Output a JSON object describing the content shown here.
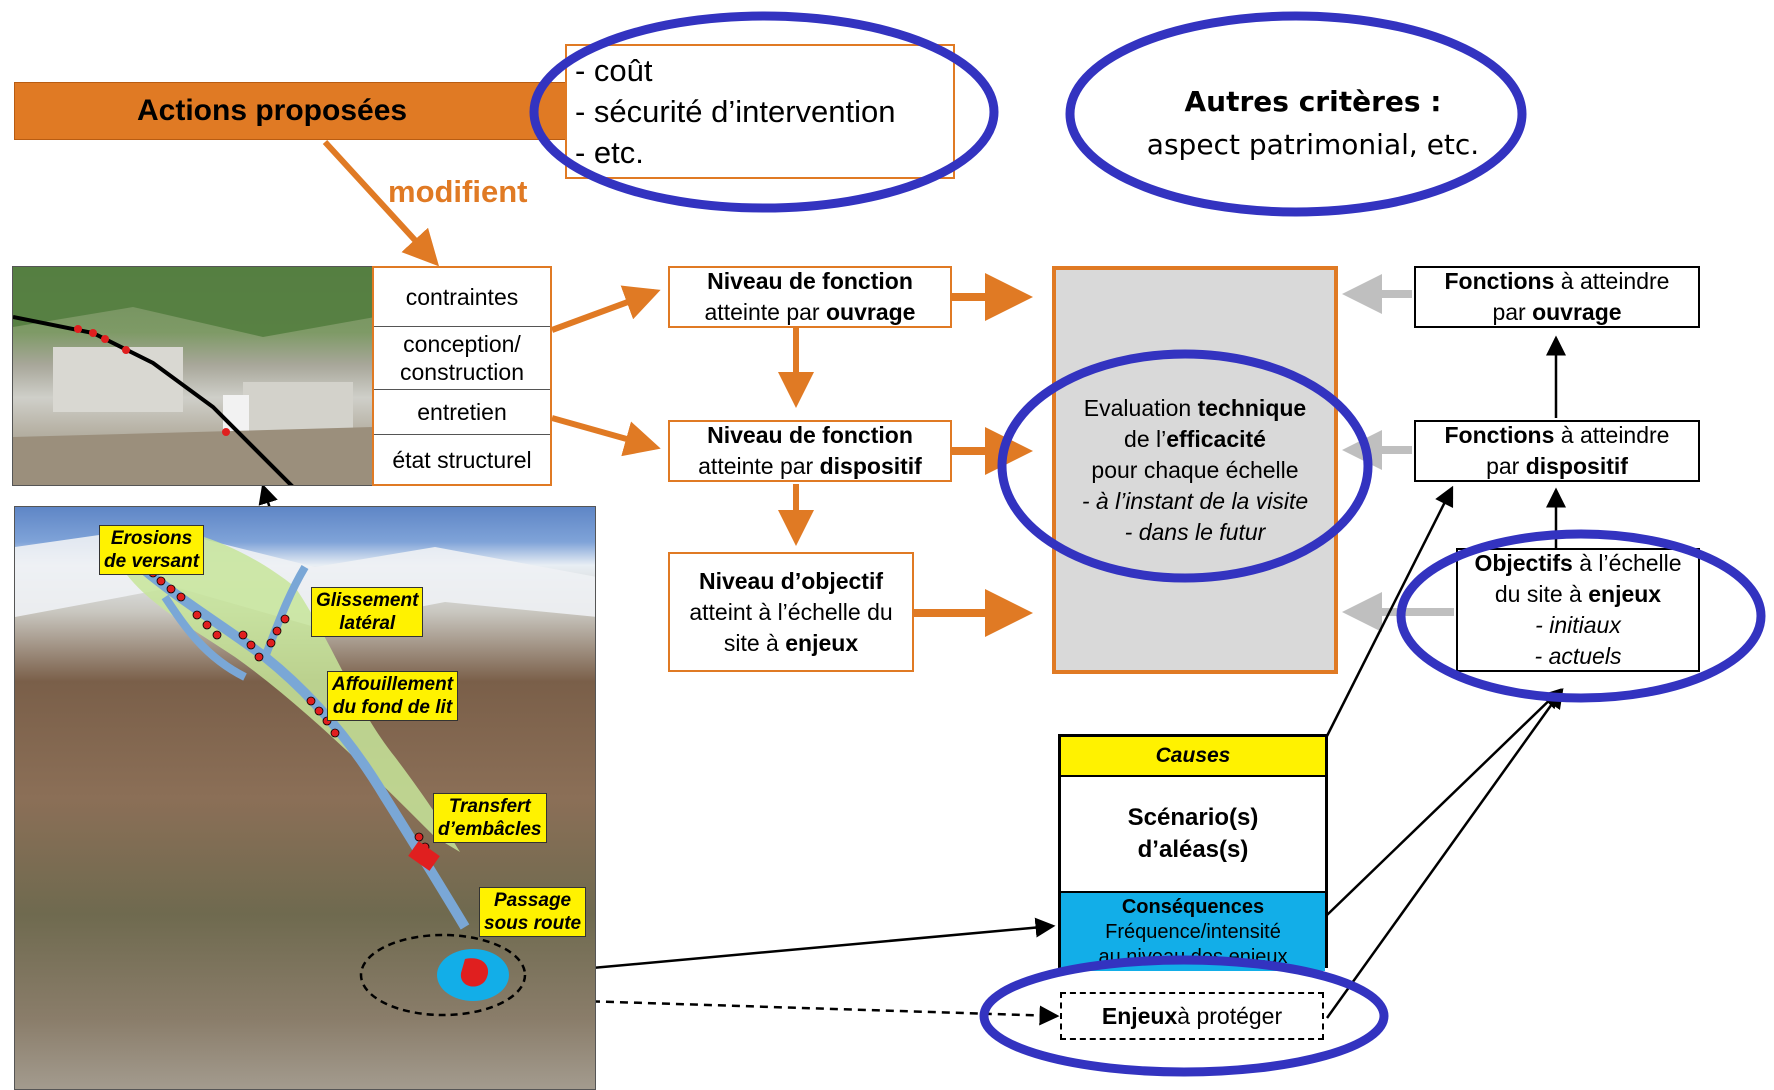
{
  "actions": {
    "title": "Actions proposées",
    "modifient": "modifient",
    "criteria": [
      "- coût",
      "- sécurité d’intervention",
      "- etc."
    ]
  },
  "autres": {
    "title": "Autres critères :",
    "text": "aspect patrimonial, etc."
  },
  "factors": [
    "contraintes",
    "conception/ construction",
    "entretien",
    "état structurel"
  ],
  "levels": {
    "ouvrage": {
      "l1": "Niveau de fonction",
      "l2a": "atteinte par ",
      "l2b": "ouvrage"
    },
    "dispositif": {
      "l1": "Niveau de fonction",
      "l2a": "atteinte par ",
      "l2b": "dispositif"
    },
    "objectif": {
      "l1": "Niveau d’objectif",
      "l2": "atteint à l’échelle du",
      "l3a": "site à ",
      "l3b": "enjeux"
    }
  },
  "evaluation": {
    "l1a": "Evaluation ",
    "l1b": "technique",
    "l2a": "de l’",
    "l2b": "efficacité",
    "l3": "pour chaque échelle",
    "l4": "- à l’instant de la visite",
    "l5": "- dans le futur"
  },
  "fonctions": {
    "ouvrage": {
      "a": "Fonctions",
      "b": " à atteindre",
      "c": "par ",
      "d": "ouvrage"
    },
    "dispositif": {
      "a": "Fonctions",
      "b": " à atteindre",
      "c": "par ",
      "d": "dispositif"
    }
  },
  "objectifs": {
    "a": "Objectifs",
    "b": " à l’échelle",
    "c": "du site à ",
    "d": "enjeux",
    "e": "- initiaux",
    "f": "- actuels"
  },
  "scenario": {
    "causes": "Causes",
    "title1": "Scénario(s)",
    "title2": "d’aléas(s)",
    "consequences": "Conséquences",
    "c1": "Fréquence/intensité",
    "c2": "au niveau des enjeux"
  },
  "enjeux": {
    "a": "Enjeux",
    "b": " à protéger"
  },
  "photo_labels": {
    "erosions": [
      "Erosions",
      "de versant"
    ],
    "glissement": [
      "Glissement",
      "latéral"
    ],
    "affouillement": [
      "Affouillement",
      "du fond de lit"
    ],
    "transfert": [
      "Transfert",
      "d’embâcles"
    ],
    "passage": [
      "Passage",
      "sous route"
    ]
  },
  "colors": {
    "orange": "#e07a24",
    "ellipse": "#3333c0",
    "grey": "#bfbfbf",
    "yellow": "#fff200",
    "blue": "#12aee8"
  }
}
